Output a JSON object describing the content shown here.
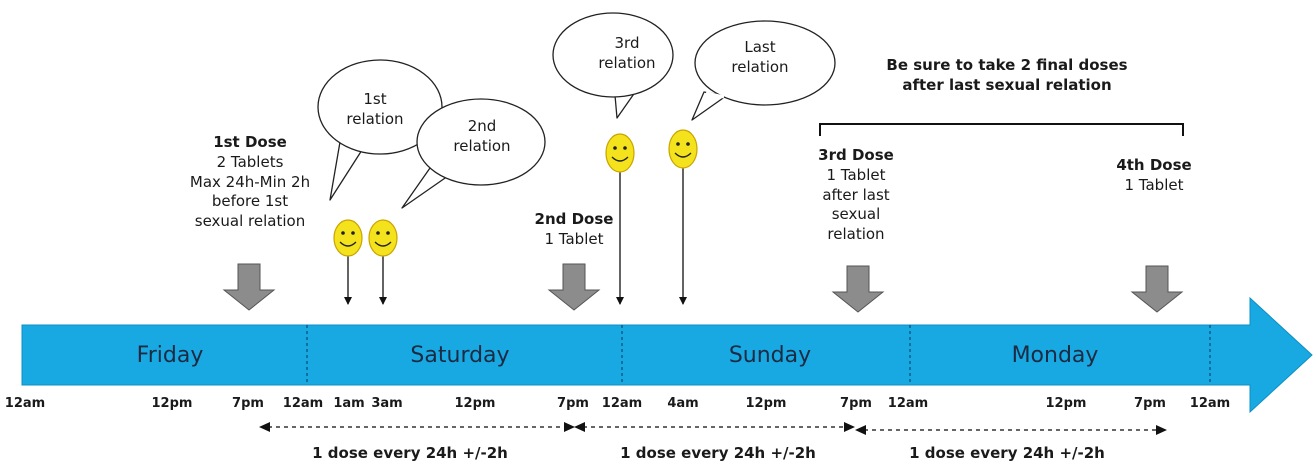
{
  "note": {
    "line1": "Be sure to take 2 final doses",
    "line2": "after last sexual relation"
  },
  "doses": [
    {
      "title": "1st Dose",
      "lines": [
        "2 Tablets",
        "Max 24h-Min 2h",
        "before 1st",
        "sexual relation"
      ]
    },
    {
      "title": "2nd Dose",
      "lines": [
        "1 Tablet"
      ]
    },
    {
      "title": "3rd Dose",
      "lines": [
        "1 Tablet",
        "after last",
        "sexual",
        "relation"
      ]
    },
    {
      "title": "4th Dose",
      "lines": [
        "1 Tablet"
      ]
    }
  ],
  "relations": [
    {
      "line1": "1st",
      "line2": "relation"
    },
    {
      "line1": "2nd",
      "line2": "relation"
    },
    {
      "line1": "3rd",
      "line2": "relation"
    },
    {
      "line1": "Last",
      "line2": "relation"
    }
  ],
  "days": [
    "Friday",
    "Saturday",
    "Sunday",
    "Monday"
  ],
  "times": [
    "12am",
    "12pm",
    "7pm",
    "12am",
    "1am",
    "3am",
    "12pm",
    "7pm",
    "12am",
    "4am",
    "12pm",
    "7pm",
    "12am",
    "12pm",
    "7pm",
    "12am"
  ],
  "intervals": [
    "1 dose every 24h +/-2h",
    "1 dose every 24h +/-2h",
    "1 dose every 24h +/-2h"
  ],
  "colors": {
    "timeline": "#19a9e2",
    "timeline_edge": "#0d8fc4",
    "dose_arrow": "#8c8c8c",
    "smiley": "#f4e21c",
    "smiley_edge": "#c9a400"
  },
  "icons": {
    "smiley": "smiley-face-icon",
    "dose_marker": "down-arrow-icon"
  }
}
